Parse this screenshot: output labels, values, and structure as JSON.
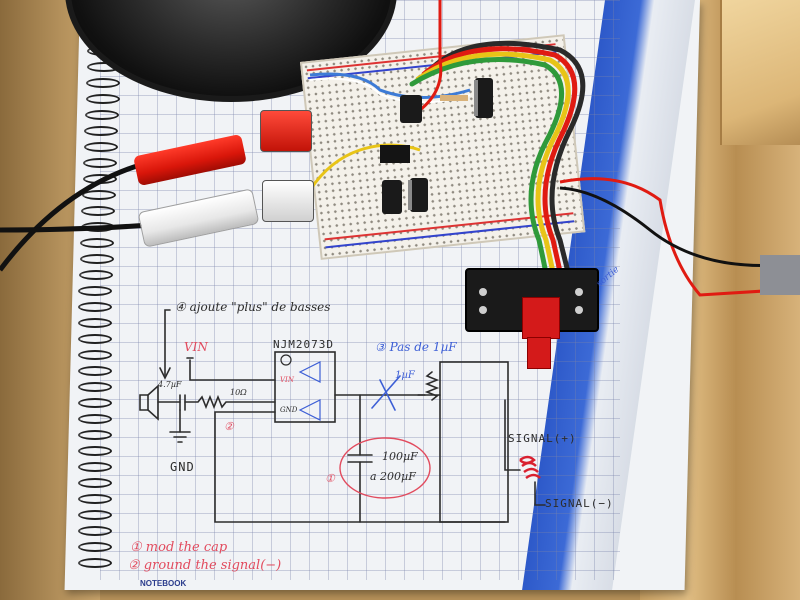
{
  "scene": {
    "notes": {
      "mod_bass": "④ ajoute \"plus\" de basses",
      "chip": "NJM2073D",
      "pin_vin": "VIN",
      "pin_gnd": "GND",
      "vin_label": "VIN",
      "cap_in": "4.7µF",
      "res_in": "10Ω",
      "cap_note": "③ Pas de 1µF",
      "cap_1uf": "1µF",
      "gnd": "GND",
      "cap_out_top": "100µF",
      "cap_out_bottom": "a 200µF",
      "signal_plus": "SIGNAL(+)",
      "signal_minus": "SIGNAL(−)",
      "side_note": "sortie",
      "footer_1": "① mod the cap",
      "footer_2": "② ground the signal(−)",
      "num_1": "①",
      "num_2": "②"
    },
    "brand": "NOTEBOOK"
  },
  "colors": {
    "pen_blue": "#3d5fd6",
    "pen_pink": "#e24b5e",
    "notebook_blue": "#2d59c9",
    "wire_red": "#e01b12",
    "wire_yellow": "#e8c417",
    "wire_green": "#2f9a3a"
  }
}
